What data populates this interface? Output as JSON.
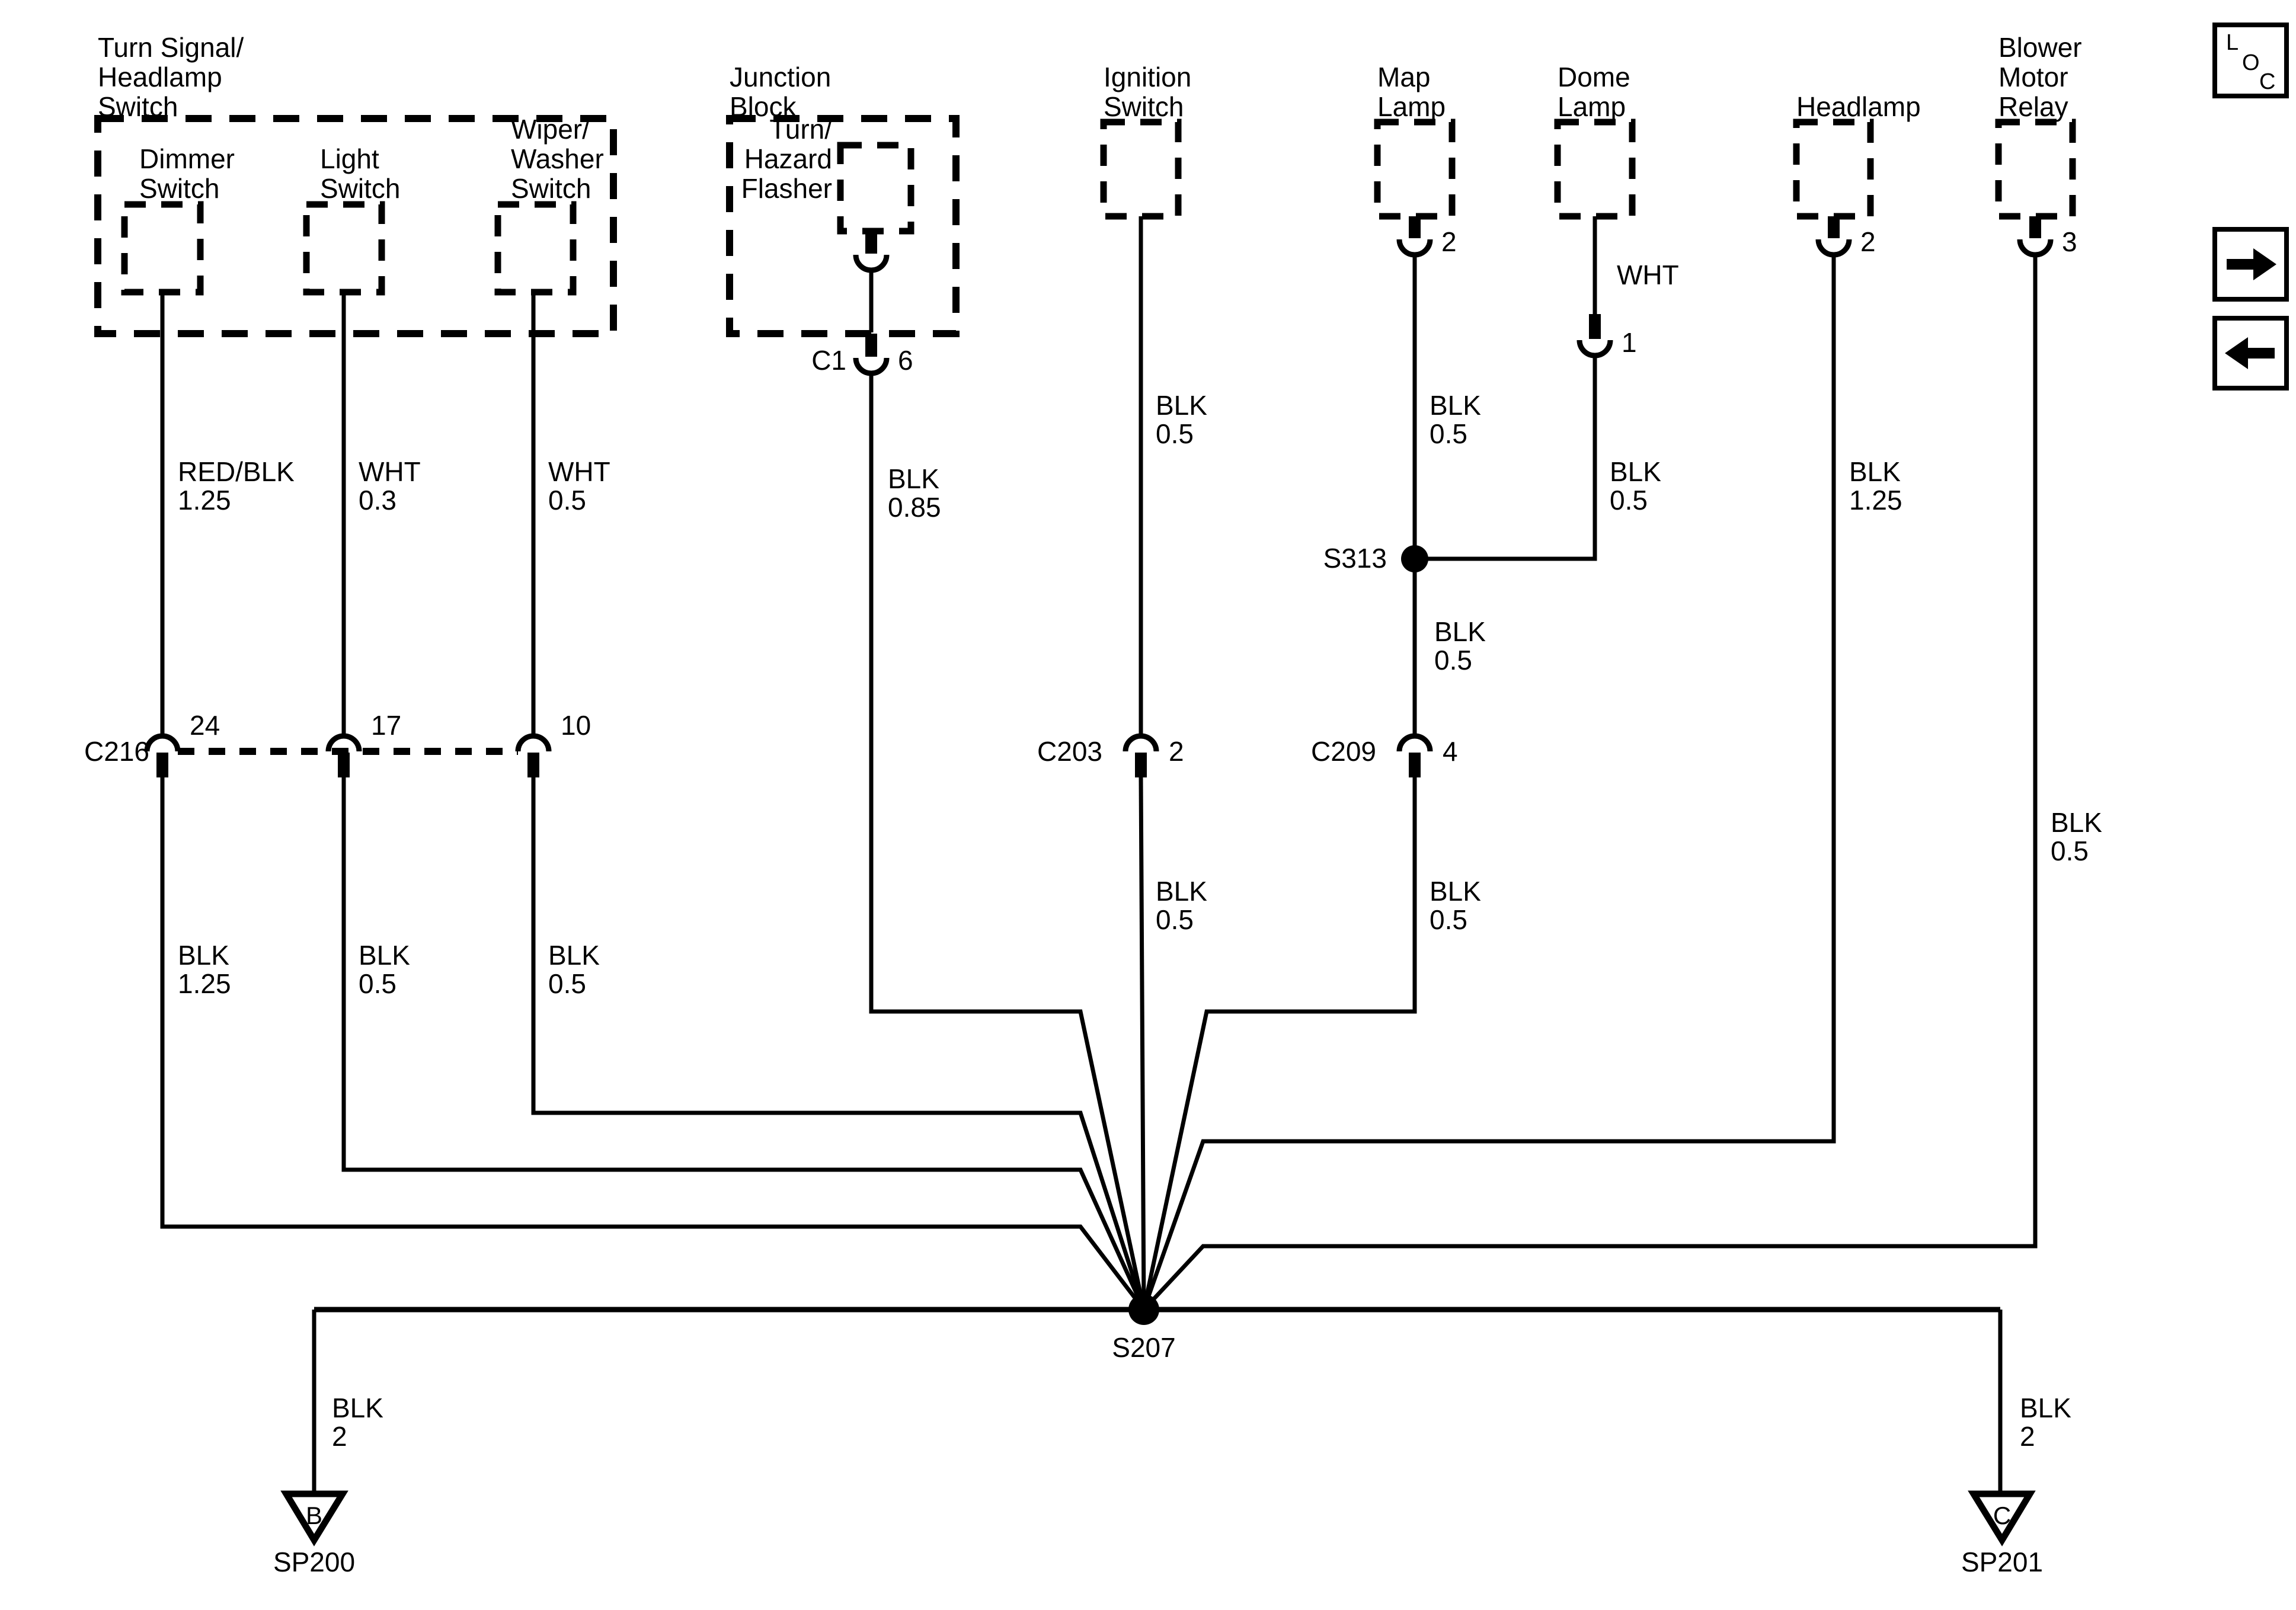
{
  "components": {
    "tshs": [
      "Turn Signal/",
      "Headlamp",
      "Switch"
    ],
    "dimmer": [
      "Dimmer",
      "Switch"
    ],
    "light": [
      "Light",
      "Switch"
    ],
    "wiper": [
      "Wiper/",
      "Washer",
      "Switch"
    ],
    "junction": [
      "Junction",
      "Block"
    ],
    "flasher": [
      "Turn/",
      "Hazard",
      "Flasher"
    ],
    "ignition": [
      "Ignition",
      "Switch"
    ],
    "map": [
      "Map",
      "Lamp"
    ],
    "dome": [
      "Dome",
      "Lamp"
    ],
    "headlamp": [
      "Headlamp"
    ],
    "blower": [
      "Blower",
      "Motor",
      "Relay"
    ]
  },
  "wires": {
    "dimmer_upper": [
      "RED/BLK",
      "1.25"
    ],
    "light_upper": [
      "WHT",
      "0.3"
    ],
    "wiper_upper": [
      "WHT",
      "0.5"
    ],
    "junction": [
      "BLK",
      "0.85"
    ],
    "ignition_upper": [
      "BLK",
      "0.5"
    ],
    "map_upper": [
      "BLK",
      "0.5"
    ],
    "dome_wht": [
      "WHT"
    ],
    "dome_blk": [
      "BLK",
      "0.5"
    ],
    "headlamp": [
      "BLK",
      "1.25"
    ],
    "s313_down": [
      "BLK",
      "0.5"
    ],
    "blower": [
      "BLK",
      "0.5"
    ],
    "ignition_lower": [
      "BLK",
      "0.5"
    ],
    "map_lower": [
      "BLK",
      "0.5"
    ],
    "dimmer_lower": [
      "BLK",
      "1.25"
    ],
    "light_lower": [
      "BLK",
      "0.5"
    ],
    "wiper_lower": [
      "BLK",
      "0.5"
    ],
    "sp200": [
      "BLK",
      "2"
    ],
    "sp201": [
      "BLK",
      "2"
    ]
  },
  "connectors": {
    "c1": {
      "name": "C1",
      "pin": "6"
    },
    "c216": {
      "name": "C216",
      "pin_dimmer": "24",
      "pin_light": "17",
      "pin_wiper": "10"
    },
    "c203": {
      "name": "C203",
      "pin": "2"
    },
    "c209": {
      "name": "C209",
      "pin": "4"
    },
    "map_pin": "2",
    "dome_pin": "1",
    "headlamp_pin": "2",
    "blower_pin": "3"
  },
  "splices": {
    "s313": "S313",
    "s207": "S207"
  },
  "grounds": {
    "sp200": {
      "letter": "B",
      "label": "SP200"
    },
    "sp201": {
      "letter": "C",
      "label": "SP201"
    }
  },
  "nav": {
    "loc": [
      "L",
      "O",
      "C"
    ]
  }
}
